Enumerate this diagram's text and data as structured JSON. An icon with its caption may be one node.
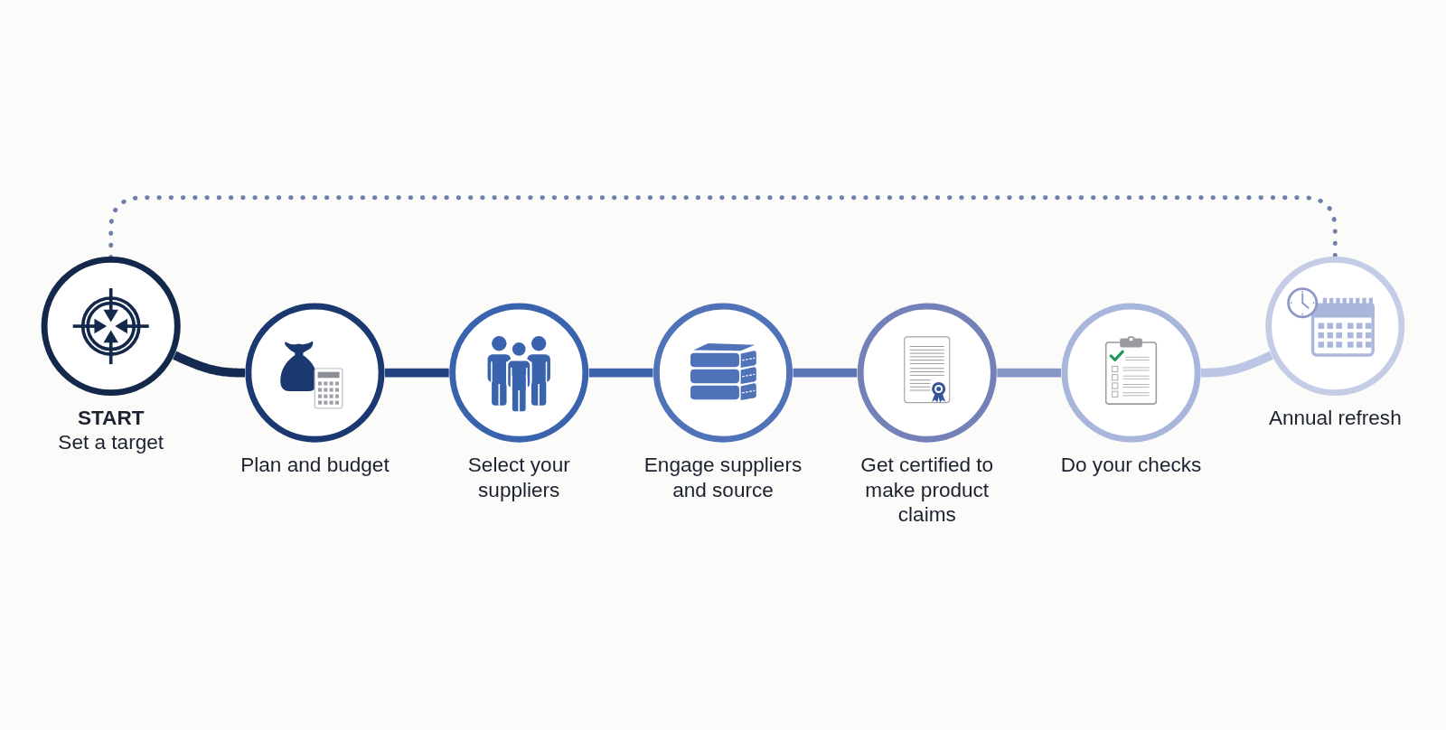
{
  "diagram": {
    "nodes": [
      {
        "text": [],
        "shape": "circle",
        "beside": [
          "START",
          "Set a target"
        ]
      },
      {
        "text": [],
        "shape": "circle",
        "beside": [
          "Plan and budget"
        ]
      },
      {
        "text": [],
        "shape": "circle",
        "beside": [
          "Select your suppliers"
        ]
      },
      {
        "text": [],
        "shape": "circle",
        "beside": [
          "Engage suppliers and source"
        ]
      },
      {
        "text": [],
        "shape": "circle",
        "beside": [
          "Get certified to make product claims"
        ]
      },
      {
        "text": [],
        "shape": "circle",
        "beside": [
          "Do your checks"
        ]
      },
      {
        "text": [],
        "shape": "circle",
        "beside": [
          "Annual refresh"
        ]
      }
    ],
    "edges": [
      {
        "from": 0,
        "to": 6,
        "arrow": "none",
        "style": "dashed",
        "color": "#6d80ab"
      },
      {
        "from": 0,
        "to": 1,
        "arrow": "none",
        "color": "#142a50"
      },
      {
        "from": 1,
        "to": 2,
        "arrow": "none",
        "color": "#22427e"
      },
      {
        "from": 2,
        "to": 3,
        "arrow": "none",
        "color": "#3c62aa"
      },
      {
        "from": 3,
        "to": 4,
        "arrow": "none",
        "color": "#5b74b4"
      },
      {
        "from": 4,
        "to": 5,
        "arrow": "none",
        "color": "#8795c6"
      },
      {
        "from": 5,
        "to": 6,
        "arrow": "none",
        "color": "#bcc6e4"
      }
    ]
  }
}
